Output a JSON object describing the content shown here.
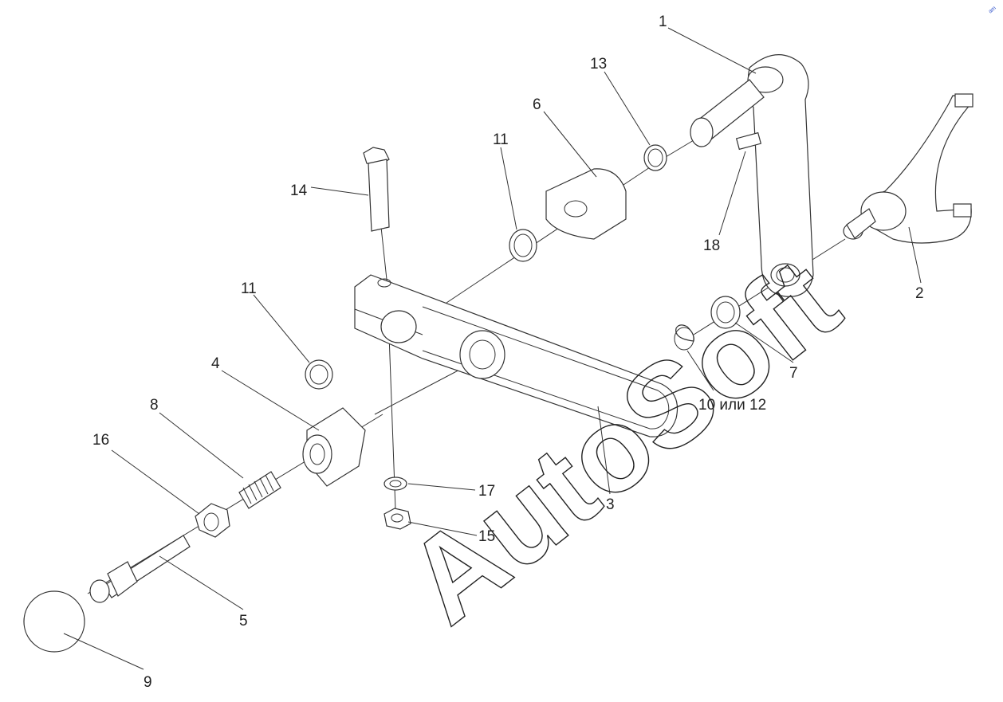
{
  "diagram": {
    "callouts": [
      {
        "id": "1",
        "text": "1"
      },
      {
        "id": "2",
        "text": "2"
      },
      {
        "id": "3",
        "text": "3"
      },
      {
        "id": "4",
        "text": "4"
      },
      {
        "id": "5",
        "text": "5"
      },
      {
        "id": "6",
        "text": "6"
      },
      {
        "id": "7",
        "text": "7"
      },
      {
        "id": "8",
        "text": "8"
      },
      {
        "id": "9",
        "text": "9"
      },
      {
        "id": "10",
        "text": "10 или 12"
      },
      {
        "id": "11a",
        "text": "11"
      },
      {
        "id": "11b",
        "text": "11"
      },
      {
        "id": "13",
        "text": "13"
      },
      {
        "id": "14",
        "text": "14"
      },
      {
        "id": "15",
        "text": "15"
      },
      {
        "id": "16",
        "text": "16"
      },
      {
        "id": "17",
        "text": "17"
      },
      {
        "id": "18",
        "text": "18"
      }
    ]
  },
  "watermark": {
    "text": "AutoSoft",
    "corner_text": "am"
  },
  "colors": {
    "line": "#333333",
    "text": "#222222",
    "background": "#ffffff",
    "corner_mark": "#3355cc"
  }
}
